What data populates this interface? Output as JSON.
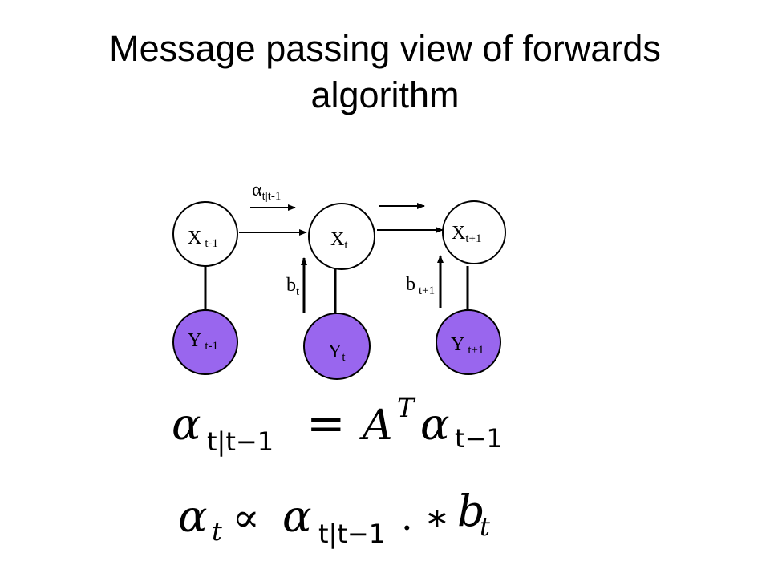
{
  "slide": {
    "title_line1": "Message passing view of forwards",
    "title_line2": "algorithm"
  },
  "diagram": {
    "hidden_nodes": [
      {
        "base": "X",
        "sub": "t-1"
      },
      {
        "base": "X",
        "sub": "t"
      },
      {
        "base": "X",
        "sub": "t+1"
      }
    ],
    "observed_nodes": [
      {
        "base": "Y",
        "sub": "t-1"
      },
      {
        "base": "Y",
        "sub": "t"
      },
      {
        "base": "Y",
        "sub": "t+1"
      }
    ],
    "messages": {
      "alpha_symbol": "α",
      "alpha_sub": "t|t-1",
      "b_t_base": "b",
      "b_t_sub": "t",
      "b_t1_base": "b",
      "b_t1_sub": "t+1"
    },
    "colors": {
      "hidden_fill": "#ffffff",
      "observed_fill": "#9966ee",
      "stroke": "#000000"
    }
  },
  "equations": {
    "eq1": {
      "alpha": "α",
      "lhs_sub": "t|t−1",
      "equals": "=",
      "matrix": "A",
      "transpose": "T",
      "rhs_sub": "t−1"
    },
    "eq2": {
      "alpha": "α",
      "lhs_sub": "t",
      "propto": "∝",
      "mid_sub": "t|t−1",
      "op": ". ∗",
      "b": "b",
      "b_sub": "t"
    }
  }
}
